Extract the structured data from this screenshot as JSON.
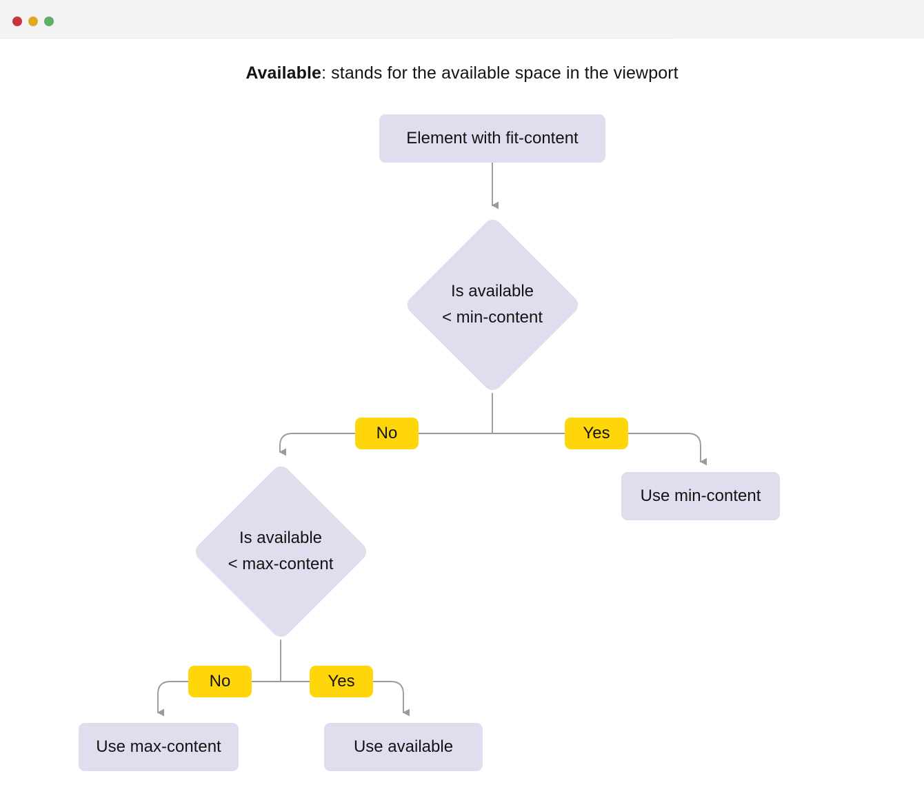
{
  "window": {
    "traffic_lights": [
      {
        "name": "close",
        "color": "#c8353c"
      },
      {
        "name": "minimize",
        "color": "#ddaa22"
      },
      {
        "name": "maximize",
        "color": "#5cb067"
      }
    ]
  },
  "caption": {
    "emphasis": "Available",
    "rest": ": stands for the available space in the viewport"
  },
  "palette": {
    "node_fill": "#e2ddee",
    "label_fill": "#ffd60a",
    "connector": "#9a9a9a",
    "text": "#131313",
    "titlebar": "#f3f3f3",
    "page": "#ffffff"
  },
  "flowchart": {
    "type": "decision-flowchart",
    "nodes": [
      {
        "id": "root",
        "shape": "rounded-rect",
        "text": "Element with fit-content"
      },
      {
        "id": "d-min",
        "shape": "diamond",
        "line1": "Is available",
        "line2": "< min-content"
      },
      {
        "id": "use-min",
        "shape": "rounded-rect",
        "text": "Use min-content"
      },
      {
        "id": "d-max",
        "shape": "diamond",
        "line1": "Is available",
        "line2": "< max-content"
      },
      {
        "id": "use-max",
        "shape": "rounded-rect",
        "text": "Use max-content"
      },
      {
        "id": "use-avail",
        "shape": "rounded-rect",
        "text": "Use available"
      }
    ],
    "edge_labels": {
      "min_no": "No",
      "min_yes": "Yes",
      "max_no": "No",
      "max_yes": "Yes"
    },
    "edges": [
      {
        "from": "root",
        "to": "d-min",
        "label": ""
      },
      {
        "from": "d-min",
        "to": "d-max",
        "label": "No"
      },
      {
        "from": "d-min",
        "to": "use-min",
        "label": "Yes"
      },
      {
        "from": "d-max",
        "to": "use-max",
        "label": "No"
      },
      {
        "from": "d-max",
        "to": "use-avail",
        "label": "Yes"
      }
    ]
  }
}
